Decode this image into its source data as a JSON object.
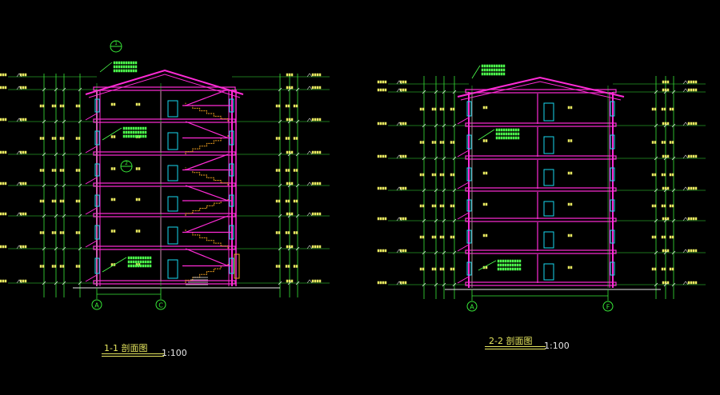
{
  "drawing": {
    "colors": {
      "background": "#000000",
      "dimension_lines": "#38e838",
      "walls_slabs": "#ff2bd6",
      "openings": "#18d8f0",
      "stairs": "#f0a020",
      "text": "#e8e860",
      "annotation_green": "#4cff4c",
      "white": "#e8e8e8"
    },
    "section_1": {
      "title": "1-1 剖面图",
      "scale": "1:100",
      "grid_left": "A",
      "grid_right": "C",
      "callout_symbol": "1",
      "callout_symbol_2": "2"
    },
    "section_2": {
      "title": "2-2 剖面图",
      "scale": "1:100",
      "grid_left": "A",
      "grid_right": "F"
    }
  }
}
